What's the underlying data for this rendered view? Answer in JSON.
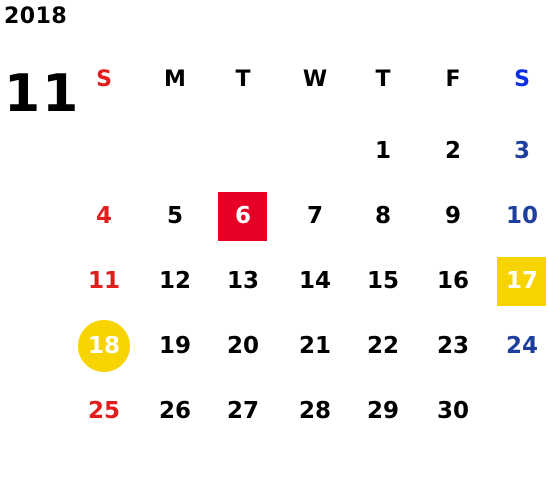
{
  "calendar": {
    "year": "2018",
    "month": "11",
    "weekdays": [
      "S",
      "M",
      "T",
      "W",
      "T",
      "F",
      "S"
    ],
    "days": [
      {
        "label": "1",
        "col": 4,
        "row": 0
      },
      {
        "label": "2",
        "col": 5,
        "row": 0
      },
      {
        "label": "3",
        "col": 6,
        "row": 0
      },
      {
        "label": "4",
        "col": 0,
        "row": 1
      },
      {
        "label": "5",
        "col": 1,
        "row": 1
      },
      {
        "label": "6",
        "col": 2,
        "row": 1,
        "mark": "square",
        "mark_color": "#e60026"
      },
      {
        "label": "7",
        "col": 3,
        "row": 1
      },
      {
        "label": "8",
        "col": 4,
        "row": 1
      },
      {
        "label": "9",
        "col": 5,
        "row": 1
      },
      {
        "label": "10",
        "col": 6,
        "row": 1
      },
      {
        "label": "11",
        "col": 0,
        "row": 2
      },
      {
        "label": "12",
        "col": 1,
        "row": 2
      },
      {
        "label": "13",
        "col": 2,
        "row": 2
      },
      {
        "label": "14",
        "col": 3,
        "row": 2
      },
      {
        "label": "15",
        "col": 4,
        "row": 2
      },
      {
        "label": "16",
        "col": 5,
        "row": 2
      },
      {
        "label": "17",
        "col": 6,
        "row": 2,
        "mark": "square",
        "mark_color": "#f7d300"
      },
      {
        "label": "18",
        "col": 0,
        "row": 3,
        "mark": "circle",
        "mark_color": "#f7d300"
      },
      {
        "label": "19",
        "col": 1,
        "row": 3
      },
      {
        "label": "20",
        "col": 2,
        "row": 3
      },
      {
        "label": "21",
        "col": 3,
        "row": 3
      },
      {
        "label": "22",
        "col": 4,
        "row": 3
      },
      {
        "label": "23",
        "col": 5,
        "row": 3
      },
      {
        "label": "24",
        "col": 6,
        "row": 3
      },
      {
        "label": "25",
        "col": 0,
        "row": 4
      },
      {
        "label": "26",
        "col": 1,
        "row": 4
      },
      {
        "label": "27",
        "col": 2,
        "row": 4
      },
      {
        "label": "28",
        "col": 3,
        "row": 4
      },
      {
        "label": "29",
        "col": 4,
        "row": 4
      },
      {
        "label": "30",
        "col": 5,
        "row": 4
      }
    ]
  },
  "colors": {
    "sunday": "#e11d1d",
    "saturday": "#1f3f9e",
    "saturday_header": "#0a2ee6",
    "holiday_marker": "#e60026",
    "highlight_marker": "#f7d300"
  }
}
